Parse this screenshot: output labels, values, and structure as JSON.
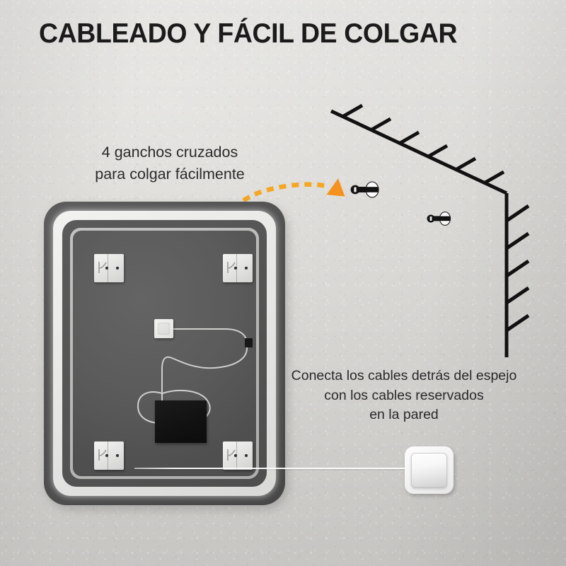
{
  "page": {
    "title": "CABLEADO Y FÁCIL DE COLGAR",
    "background_color": "#dcdbd8",
    "accent_color": "#F5A623",
    "text_color": "#2a2a2a"
  },
  "callouts": {
    "hooks": {
      "line1": "4 ganchos cruzados",
      "line2": "para colgar fácilmente"
    },
    "cables": {
      "line1": "Conecta los cables detrás del espejo",
      "line2": "con los cables reservados",
      "line3": "en la pared"
    }
  },
  "icons": {
    "arrowhead": "triangle-arrowhead-icon",
    "screw_primary": "screw-icon",
    "screw_secondary": "screw-icon",
    "hook_bracket": "hook-bracket-icon",
    "wall_corner": "wall-corner-hatch-icon"
  },
  "mirror": {
    "label": "led-mirror-back",
    "frame_color": "#515151",
    "led_color": "#e8e8e6",
    "panel_color": "#5b5b5b",
    "brackets": [
      {
        "position": "top-left"
      },
      {
        "position": "top-right"
      },
      {
        "position": "bottom-left"
      },
      {
        "position": "bottom-right"
      }
    ],
    "junction_box": "junction-box",
    "driver_box": "driver-box",
    "connector": "cable-connector"
  },
  "wall_switch": {
    "label": "wall-switch"
  }
}
